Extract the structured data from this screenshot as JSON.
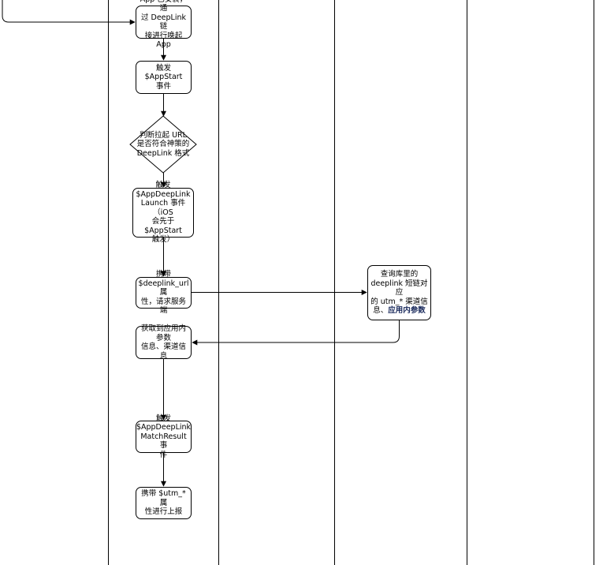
{
  "diagram": {
    "nodes": {
      "installed": "App 已安装，通\n过 DeepLink 链\n接进行唤起 App",
      "app_start": "触发 $AppStart\n事件",
      "check_url": "判断拉起 URL\n是否符合神策的\nDeepLink 格式",
      "deeplink_launch": "触发\n$AppDeepLink\nLaunch 事件（iOS\n会先于 $AppStart\n触发）",
      "carry_url": "携带\n$deeplink_url 属\n性，请求服务端",
      "query_lib": "查询库里的\ndeeplink 短链对应\n的 utm_* 渠道信\n息、",
      "query_lib_highlight": "应用内参数",
      "get_params": "获取到应用内参数\n信息、渠道信息",
      "match_result": "触发\n$AppDeepLink\nMatchResult 事\n件",
      "report_utm": "携带 $utm_* 属\n性进行上报"
    },
    "colors": {
      "line": "#000000",
      "highlight_text": "#1a2a5c"
    }
  }
}
